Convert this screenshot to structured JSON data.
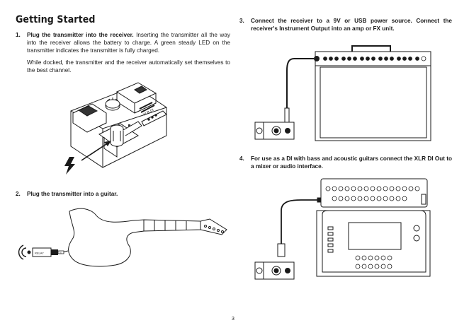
{
  "page": {
    "title": "Getting Started",
    "page_number": "3"
  },
  "steps": [
    {
      "num": "1.",
      "heading": "Plug the transmitter into the receiver.",
      "text": " Inserting the transmitter all the way into the receiver allows the battery to charge. A green steady LED on the transmitter indicates the transmitter is fully charged.",
      "extra": "While docked, the transmitter and the receiver automatically set themselves to the best channel."
    },
    {
      "num": "2.",
      "heading": "Plug the transmitter into a guitar."
    },
    {
      "num": "3.",
      "heading": "Connect the receiver to a 9V or USB power source. Connect the receiver's Instrument Output into an amp or FX unit."
    },
    {
      "num": "4.",
      "heading": "For use as a DI with bass and acoustic guitars connect the XLR DI Out to a mixer or audio interface."
    }
  ],
  "figures": {
    "receiver_brand": "XLR DI",
    "transmitter_label": "RELAY",
    "transmitter_label_2": "TX"
  },
  "icons": [
    "lightning-bolt-icon",
    "wireless-signal-icon"
  ]
}
